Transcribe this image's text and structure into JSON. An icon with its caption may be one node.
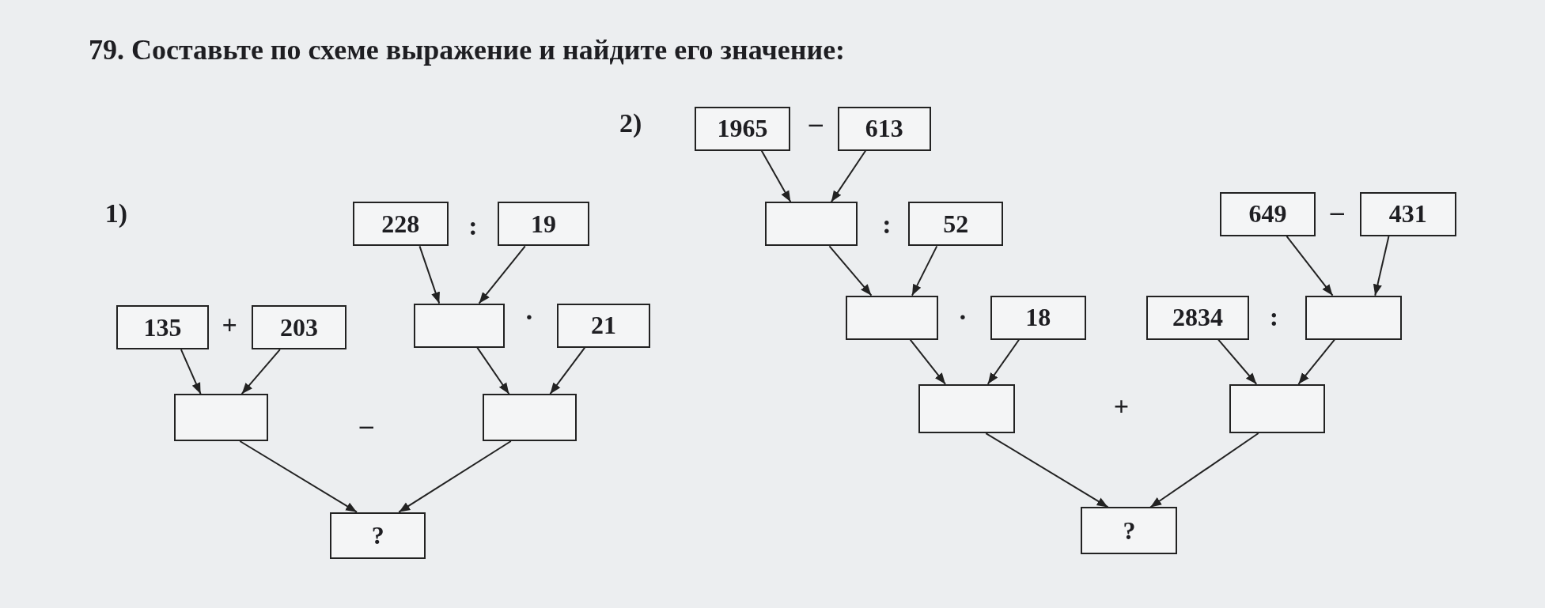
{
  "diagram": {
    "title": "79. Составьте по схеме выражение и найдите его значение:",
    "nodes": [
      {
        "text": [
          "135"
        ]
      },
      {
        "text": [
          "203"
        ]
      },
      {
        "text": [
          "228"
        ]
      },
      {
        "text": [
          "19"
        ]
      },
      {
        "text": [],
        "shape": "box"
      },
      {
        "text": [
          "21"
        ]
      },
      {
        "text": [],
        "shape": "box"
      },
      {
        "text": [],
        "shape": "box"
      },
      {
        "text": [
          "?"
        ]
      },
      {
        "text": [
          "1965"
        ]
      },
      {
        "text": [
          "613"
        ]
      },
      {
        "text": [],
        "shape": "box"
      },
      {
        "text": [
          "52"
        ]
      },
      {
        "text": [
          "649"
        ]
      },
      {
        "text": [
          "431"
        ]
      },
      {
        "text": [],
        "shape": "box"
      },
      {
        "text": [
          "18"
        ]
      },
      {
        "text": [
          "2834"
        ]
      },
      {
        "text": [],
        "shape": "box"
      },
      {
        "text": [],
        "shape": "box"
      },
      {
        "text": [],
        "shape": "box"
      },
      {
        "text": [
          "?"
        ]
      }
    ],
    "edges": [
      {
        "from": 0,
        "to": 6,
        "arrow": "to"
      },
      {
        "from": 1,
        "to": 6,
        "arrow": "to"
      },
      {
        "from": 2,
        "to": 4,
        "arrow": "to"
      },
      {
        "from": 3,
        "to": 4,
        "arrow": "to"
      },
      {
        "from": 4,
        "to": 7,
        "arrow": "to"
      },
      {
        "from": 5,
        "to": 7,
        "arrow": "to"
      },
      {
        "from": 6,
        "to": 8,
        "arrow": "to"
      },
      {
        "from": 7,
        "to": 8,
        "arrow": "to"
      },
      {
        "from": 9,
        "to": 11,
        "arrow": "to"
      },
      {
        "from": 10,
        "to": 11,
        "arrow": "to"
      },
      {
        "from": 11,
        "to": 15,
        "arrow": "to"
      },
      {
        "from": 12,
        "to": 15,
        "arrow": "to"
      },
      {
        "from": 13,
        "to": 18,
        "arrow": "to"
      },
      {
        "from": 14,
        "to": 18,
        "arrow": "to"
      },
      {
        "from": 15,
        "to": 19,
        "arrow": "to"
      },
      {
        "from": 16,
        "to": 19,
        "arrow": "to"
      },
      {
        "from": 17,
        "to": 20,
        "arrow": "to"
      },
      {
        "from": 18,
        "to": 20,
        "arrow": "to"
      },
      {
        "from": 19,
        "to": 21,
        "arrow": "to"
      },
      {
        "from": 20,
        "to": 21,
        "arrow": "to"
      }
    ],
    "labels": [
      "2)",
      "–",
      "1)",
      ":",
      ":",
      "–",
      "+",
      "·",
      "·",
      ":",
      "–",
      "+"
    ]
  }
}
